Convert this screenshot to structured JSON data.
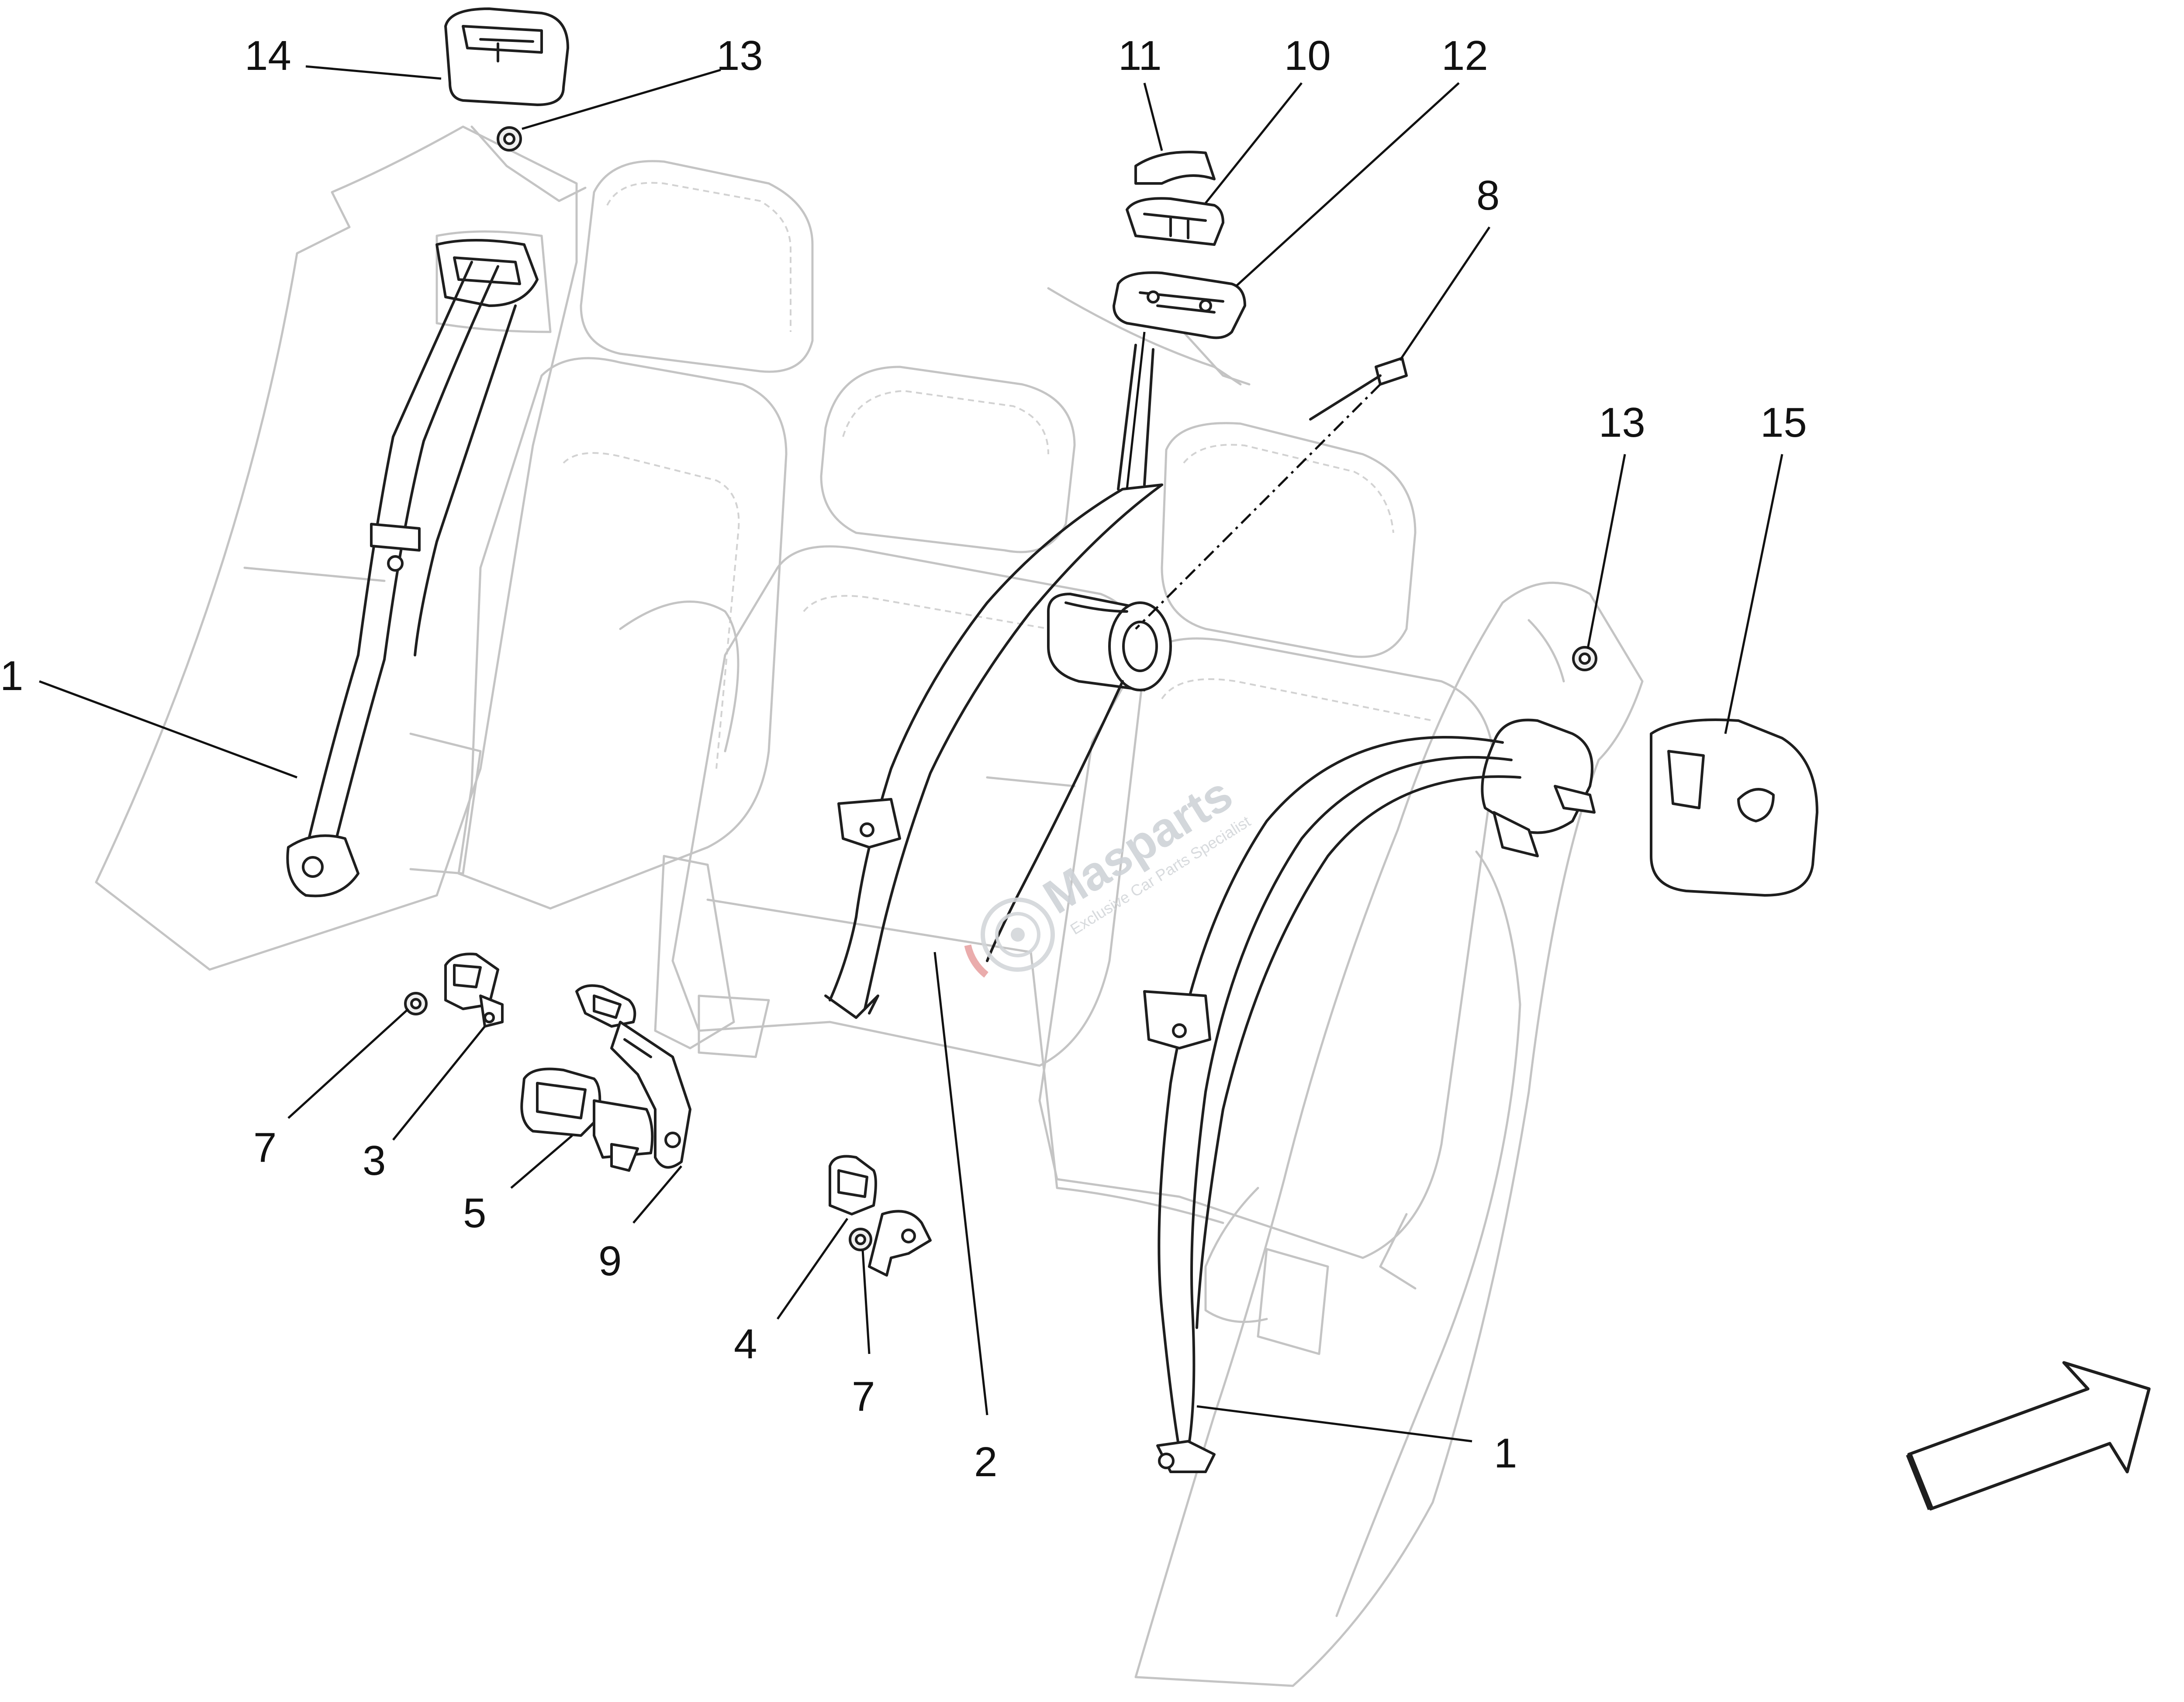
{
  "diagram": {
    "callouts": [
      {
        "id": "c14a",
        "label": "14"
      },
      {
        "id": "c13a",
        "label": "13"
      },
      {
        "id": "c11",
        "label": "11"
      },
      {
        "id": "c10",
        "label": "10"
      },
      {
        "id": "c12",
        "label": "12"
      },
      {
        "id": "c8",
        "label": "8"
      },
      {
        "id": "c13b",
        "label": "13"
      },
      {
        "id": "c15",
        "label": "15"
      },
      {
        "id": "c1a",
        "label": "1"
      },
      {
        "id": "c7a",
        "label": "7"
      },
      {
        "id": "c3",
        "label": "3"
      },
      {
        "id": "c5",
        "label": "5"
      },
      {
        "id": "c9",
        "label": "9"
      },
      {
        "id": "c4",
        "label": "4"
      },
      {
        "id": "c7b",
        "label": "7"
      },
      {
        "id": "c2",
        "label": "2"
      },
      {
        "id": "c1b",
        "label": "1"
      }
    ]
  },
  "watermark": {
    "brand": "Masparts",
    "tagline": "Exclusive Car Parts Specialist"
  },
  "icons": [
    "direction-arrow-icon",
    "watermark-logo-icon"
  ],
  "colors": {
    "line": "#1e1e1e",
    "ghost": "#c4c4c4",
    "watermark": "#cfd3d8",
    "watermark_accent": "#e8a4a4"
  }
}
